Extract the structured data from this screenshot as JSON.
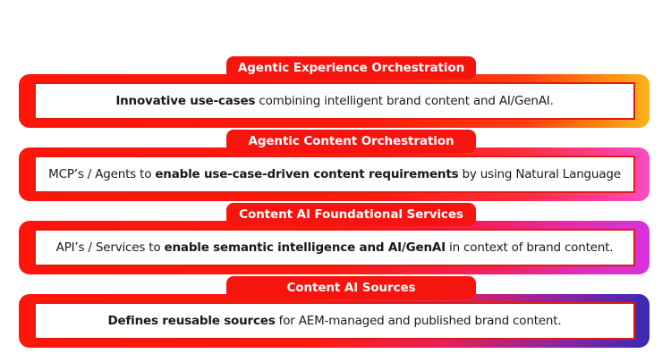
{
  "layers": [
    {
      "title": "Agentic Experience Orchestration",
      "desc_bold": "Innovative use-cases",
      "desc_rest": " combining intelligent brand content and AI/GenAI."
    },
    {
      "title": "Agentic Content Orchestration",
      "desc_pre": "MCP’s / Agents to ",
      "desc_bold": "enable use-case-driven content requirements",
      "desc_rest": " by using Natural Language"
    },
    {
      "title": "Content AI Foundational Services",
      "desc_pre": "API’s / Services to ",
      "desc_bold": "enable semantic intelligence and AI/GenAI",
      "desc_rest": " in context of brand content."
    },
    {
      "title": "Content AI Sources",
      "desc_bold": "Defines reusable sources",
      "desc_rest": " for AEM-managed and published brand content."
    }
  ],
  "colors": {
    "tab_red": "#f6140f",
    "band_red": "#ff1509",
    "accent_orange": "#ffb319",
    "accent_pink": "#f64fc2",
    "accent_magenta": "#d633de",
    "accent_indigo": "#3a2ab4"
  }
}
